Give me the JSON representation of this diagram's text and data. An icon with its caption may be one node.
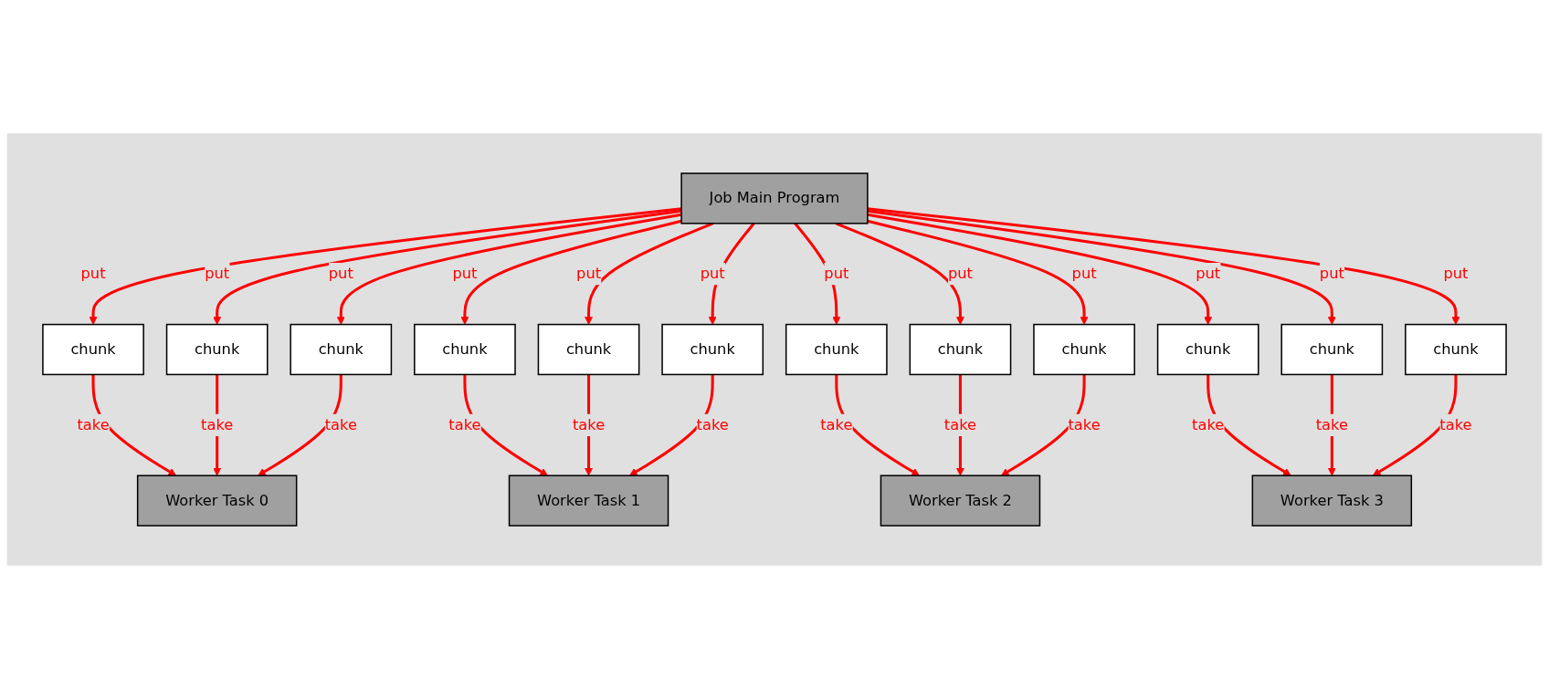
{
  "diagram": {
    "nodes": [
      {
        "text": [],
        "shape": "box"
      },
      {
        "text": [
          "Job Main Program"
        ],
        "in": 0
      },
      {
        "text": [
          "chunk"
        ],
        "in": 0
      },
      {
        "text": [
          "chunk"
        ],
        "in": 0
      },
      {
        "text": [
          "chunk"
        ],
        "in": 0
      },
      {
        "text": [
          "chunk"
        ],
        "in": 0
      },
      {
        "text": [
          "chunk"
        ],
        "in": 0
      },
      {
        "text": [
          "chunk"
        ],
        "in": 0
      },
      {
        "text": [
          "chunk"
        ],
        "in": 0
      },
      {
        "text": [
          "chunk"
        ],
        "in": 0
      },
      {
        "text": [
          "chunk"
        ],
        "in": 0
      },
      {
        "text": [
          "chunk"
        ],
        "in": 0
      },
      {
        "text": [
          "chunk"
        ],
        "in": 0
      },
      {
        "text": [
          "chunk"
        ],
        "in": 0
      },
      {
        "text": [
          "Worker Task 0"
        ],
        "in": 0
      },
      {
        "text": [
          "Worker Task 1"
        ],
        "in": 0
      },
      {
        "text": [
          "Worker Task 2"
        ],
        "in": 0
      },
      {
        "text": [
          "Worker Task 3"
        ],
        "in": 0
      }
    ],
    "edges": [
      {
        "from": 1,
        "to": 2,
        "arrow": "to",
        "label": "put"
      },
      {
        "from": 1,
        "to": 3,
        "arrow": "to",
        "label": "put"
      },
      {
        "from": 1,
        "to": 4,
        "arrow": "to",
        "label": "put"
      },
      {
        "from": 1,
        "to": 5,
        "arrow": "to",
        "label": "put"
      },
      {
        "from": 1,
        "to": 6,
        "arrow": "to",
        "label": "put"
      },
      {
        "from": 1,
        "to": 7,
        "arrow": "to",
        "label": "put"
      },
      {
        "from": 1,
        "to": 8,
        "arrow": "to",
        "label": "put"
      },
      {
        "from": 1,
        "to": 9,
        "arrow": "to",
        "label": "put"
      },
      {
        "from": 1,
        "to": 10,
        "arrow": "to",
        "label": "put"
      },
      {
        "from": 1,
        "to": 11,
        "arrow": "to",
        "label": "put"
      },
      {
        "from": 1,
        "to": 12,
        "arrow": "to",
        "label": "put"
      },
      {
        "from": 1,
        "to": 13,
        "arrow": "to",
        "label": "put"
      },
      {
        "from": 2,
        "to": 14,
        "arrow": "to",
        "label": "take"
      },
      {
        "from": 3,
        "to": 15,
        "arrow": "to",
        "label": "take"
      },
      {
        "from": 4,
        "to": 16,
        "arrow": "to",
        "label": "take"
      },
      {
        "from": 5,
        "to": 17,
        "arrow": "to",
        "label": "take"
      },
      {
        "from": 6,
        "to": 15,
        "arrow": "to",
        "label": "take"
      },
      {
        "from": 7,
        "to": 17,
        "arrow": "to",
        "label": "take"
      },
      {
        "from": 8,
        "to": 14,
        "arrow": "to",
        "label": "take"
      },
      {
        "from": 9,
        "to": 16,
        "arrow": "to",
        "label": "take"
      },
      {
        "from": 10,
        "to": 14,
        "arrow": "to",
        "label": "take"
      },
      {
        "from": 11,
        "to": 17,
        "arrow": "to",
        "label": "take"
      },
      {
        "from": 12,
        "to": 15,
        "arrow": "to",
        "label": "take"
      },
      {
        "from": 13,
        "to": 16,
        "arrow": "to",
        "label": "take"
      }
    ]
  }
}
